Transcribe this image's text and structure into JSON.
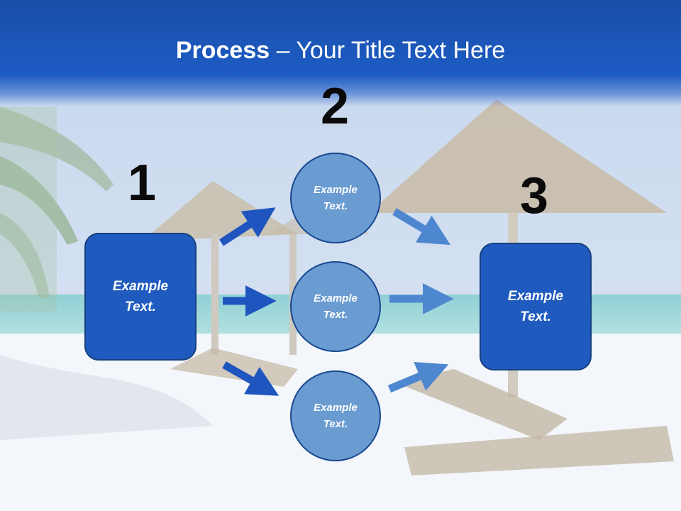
{
  "title": {
    "bold": "Process",
    "rest": " – Your Title Text Here"
  },
  "steps": [
    {
      "number": "1",
      "text": "Example Text."
    },
    {
      "number": "2",
      "text": "Example Text."
    },
    {
      "number": "3",
      "text": "Example Text."
    }
  ],
  "middle_nodes": [
    {
      "text": "Example Text."
    },
    {
      "text": "Example Text."
    },
    {
      "text": "Example Text."
    }
  ],
  "colors": {
    "title_bar": "#1d5cc4",
    "box_fill": "#1f5bbf",
    "circle_fill": "#6a9bd1",
    "arrow_dark": "#1f55bf",
    "arrow_light": "#4d87cf"
  }
}
